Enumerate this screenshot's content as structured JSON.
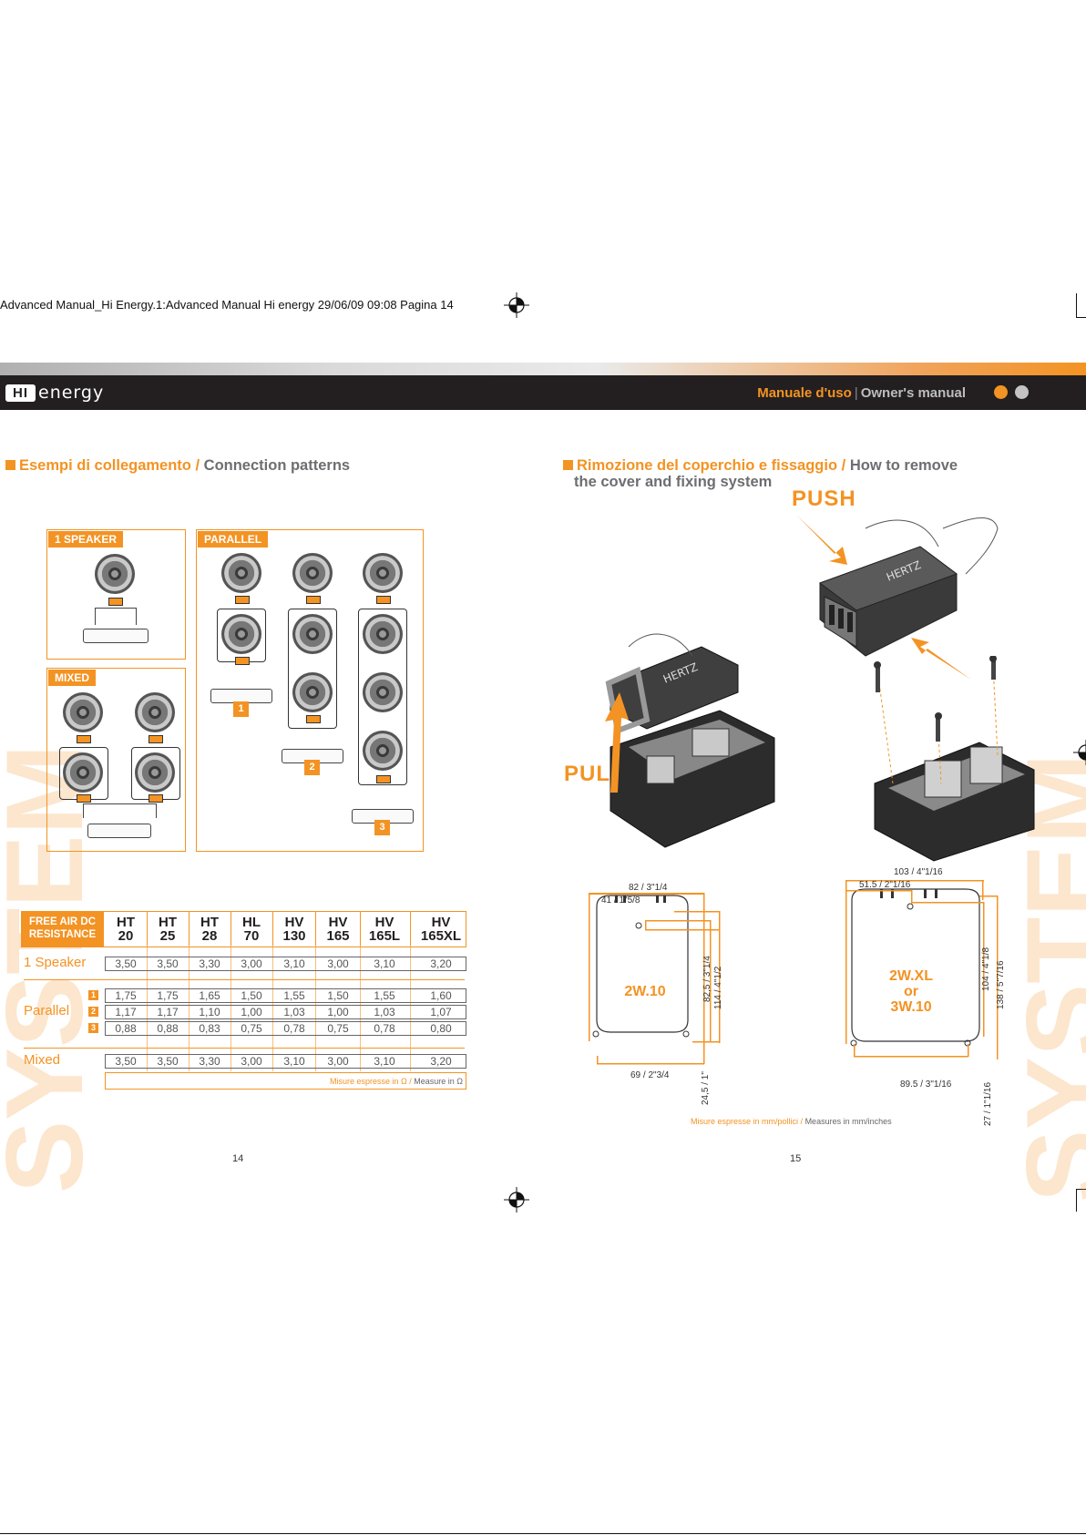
{
  "print_info": "Advanced Manual_Hi Energy.1:Advanced Manual Hi energy  29/06/09  09:08  Pagina 14",
  "header": {
    "brand_hi": "HI",
    "brand_energy": "energy",
    "manual_it": "Manuale d'uso",
    "manual_sep": "|",
    "manual_en": "Owner's manual",
    "accent": "#f39323",
    "bar_color": "#231f20"
  },
  "left": {
    "title_it": "Esempi di collegamento /",
    "title_en": "Connection patterns",
    "boxes": {
      "single": "1 SPEAKER",
      "parallel": "PARALLEL",
      "mixed": "MIXED"
    },
    "tags": [
      "1",
      "2",
      "3"
    ],
    "table": {
      "header_label_1": "FREE AIR DC",
      "header_label_2": "RESISTANCE",
      "models": [
        {
          "line1": "HT",
          "line2": "20"
        },
        {
          "line1": "HT",
          "line2": "25"
        },
        {
          "line1": "HT",
          "line2": "28"
        },
        {
          "line1": "HL",
          "line2": "70"
        },
        {
          "line1": "HV",
          "line2": "130"
        },
        {
          "line1": "HV",
          "line2": "165"
        },
        {
          "line1": "HV",
          "line2": "165L"
        },
        {
          "line1": "HV",
          "line2": "165XL"
        }
      ],
      "row_labels": {
        "speaker": "1 Speaker",
        "parallel": "Parallel",
        "mixed": "Mixed"
      },
      "rows": {
        "speaker": [
          "3,50",
          "3,50",
          "3,30",
          "3,00",
          "3,10",
          "3,00",
          "3,10",
          "3,20"
        ],
        "parallel1": [
          "1,75",
          "1,75",
          "1,65",
          "1,50",
          "1,55",
          "1,50",
          "1,55",
          "1,60"
        ],
        "parallel2": [
          "1,17",
          "1,17",
          "1,10",
          "1,00",
          "1,03",
          "1,00",
          "1,03",
          "1,07"
        ],
        "parallel3": [
          "0,88",
          "0,88",
          "0,83",
          "0,75",
          "0,78",
          "0,75",
          "0,78",
          "0,80"
        ],
        "mixed": [
          "3,50",
          "3,50",
          "3,30",
          "3,00",
          "3,10",
          "3,00",
          "3,10",
          "3,20"
        ]
      },
      "note_it": "Misure espresse in Ω /",
      "note_en": "Measure in Ω"
    },
    "page_number": "14",
    "watermark": "SYSTEM"
  },
  "right": {
    "title_it": "Rimozione del coperchio e fissaggio /",
    "title_en_1": "How to remove",
    "title_en_2": "the cover and fixing system",
    "push": "PUSH",
    "pull": "PULL",
    "brand_on_unit": "HERTZ",
    "dims_small": {
      "top_outer": "82 / 3\"1/4",
      "top_inner": "41 / 1\"5/8",
      "bottom": "69 / 2\"3/4",
      "v_inner": "82,5 / 3\"1/4",
      "v_outer": "114 / 4\"1/2",
      "v_height": "24,5 / 1\"",
      "model": "2W.10"
    },
    "dims_large": {
      "top_outer": "103 / 4\"1/16",
      "top_inner": "51.5 / 2\"1/16",
      "bottom": "89.5 / 3\"1/16",
      "v_inner": "104 / 4\"1/8",
      "v_outer": "138 / 5\"7/16",
      "v_height": "27 / 1\"1/16",
      "model_1": "2W.XL",
      "model_2": "or",
      "model_3": "3W.10"
    },
    "note_it": "Misure espresse in mm/pollici /",
    "note_en": "Measures in mm/inches",
    "page_number": "15",
    "watermark": "SYSTEM"
  }
}
